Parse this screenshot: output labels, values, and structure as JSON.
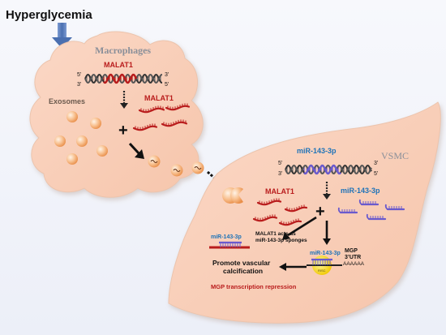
{
  "title": "Hyperglycemia",
  "macrophage": {
    "label": "Macrophages",
    "gene_label": "MALAT1",
    "end_5_top": "5’",
    "end_3_top": "3’",
    "end_3_bottom": "3’",
    "end_5_bottom": "5’",
    "exosomes_label": "Exosomes",
    "rna_label": "MALAT1",
    "plus": "+"
  },
  "vsmc": {
    "label": "VSMC",
    "mirna_gene_label": "miR-143-3p",
    "end_5_top": "5’",
    "end_3_top": "3’",
    "end_3_bottom": "3’",
    "end_5_bottom": "5’",
    "malat1_label": "MALAT1",
    "mirna_label": "miR-143-3p",
    "plus": "+",
    "sponge_mirna": "miR-143-3p",
    "sponge_text_line1": "MALAT1 acts  as",
    "sponge_text_line2": "miR-143-3p sponges",
    "mgp_mirna": "miR-143-3p",
    "risc": "RISC",
    "mgp_label_line1": "MGP",
    "mgp_label_line2": "3’UTR",
    "poly_a": "AAAAAA",
    "outcome_line1": "Promote vascular",
    "outcome_line2": "calcification",
    "repression": "MGP transcription repression"
  },
  "colors": {
    "cell_fill": "#f9d1bd",
    "dark_red": "#b91c1c",
    "mirna_blue": "#6a5acd",
    "title_arrow": "#4a6fb0",
    "risc": "#f5d90a"
  }
}
